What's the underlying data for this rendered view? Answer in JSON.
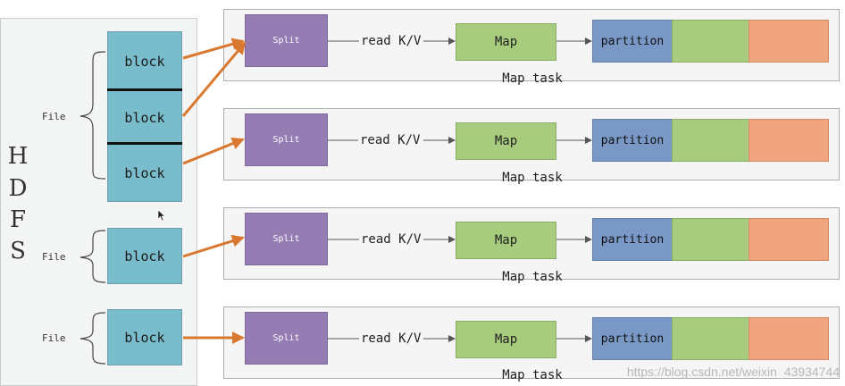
{
  "hdfs": {
    "letters": [
      "H",
      "D",
      "F",
      "S"
    ]
  },
  "files": [
    {
      "label": "File",
      "blocks": [
        "block",
        "block",
        "block"
      ]
    },
    {
      "label": "File",
      "blocks": [
        "block"
      ]
    },
    {
      "label": "File",
      "blocks": [
        "block"
      ]
    }
  ],
  "tasks": [
    {
      "split": "Split",
      "read": "read K/V",
      "map": "Map",
      "partition": "partition",
      "label": "Map task"
    },
    {
      "split": "Split",
      "read": "read K/V",
      "map": "Map",
      "partition": "partition",
      "label": "Map task"
    },
    {
      "split": "Split",
      "read": "read K/V",
      "map": "Map",
      "partition": "partition",
      "label": "Map task"
    },
    {
      "split": "Split",
      "read": "read K/V",
      "map": "Map",
      "partition": "partition",
      "label": "Map task"
    }
  ],
  "watermark": "https://blog.csdn.net/weixin_43934744",
  "colors": {
    "block": "#79bccb",
    "split": "#957cb3",
    "map": "#a8cc7d",
    "partition": "#7a98c6",
    "output_green": "#a8cc7d",
    "output_orange": "#f0a57e",
    "block_to_split_arrow": "#d9782f"
  }
}
